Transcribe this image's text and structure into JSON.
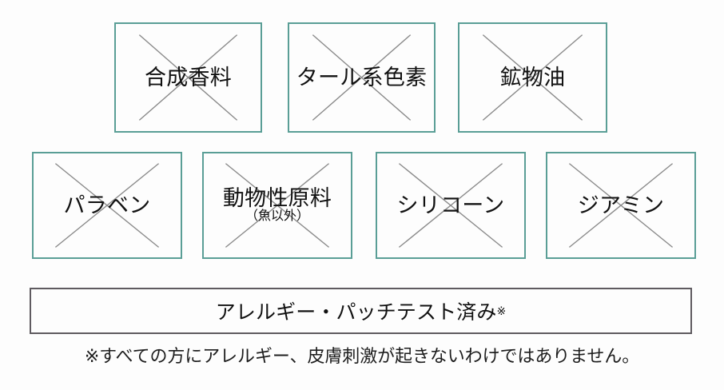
{
  "page": {
    "background_color": "#fdfdfd",
    "accent_color": "#5a9e96",
    "banner_border_color": "#5f5b60",
    "x_mark_color": "#8a8a8a",
    "text_color": "#111111"
  },
  "free_from_rows": [
    {
      "row": 1,
      "items": [
        {
          "label": "合成香料",
          "sublabel": "",
          "mark": "x-cross"
        },
        {
          "label": "タール系色素",
          "sublabel": "",
          "mark": "x-cross"
        },
        {
          "label": "鉱物油",
          "sublabel": "",
          "mark": "x-cross"
        }
      ]
    },
    {
      "row": 2,
      "items": [
        {
          "label": "パラベン",
          "sublabel": "",
          "mark": "x-cross"
        },
        {
          "label": "動物性原料",
          "sublabel": "（魚以外）",
          "mark": "x-cross"
        },
        {
          "label": "シリコーン",
          "sublabel": "",
          "mark": "x-cross"
        },
        {
          "label": "ジアミン",
          "sublabel": "",
          "mark": "x-cross"
        }
      ]
    }
  ],
  "banner": {
    "text": "アレルギー・パッチテスト済み",
    "reference_mark": "※"
  },
  "disclaimer": {
    "text": "※すべての方にアレルギー、皮膚刺激が起きないわけではありません。"
  }
}
